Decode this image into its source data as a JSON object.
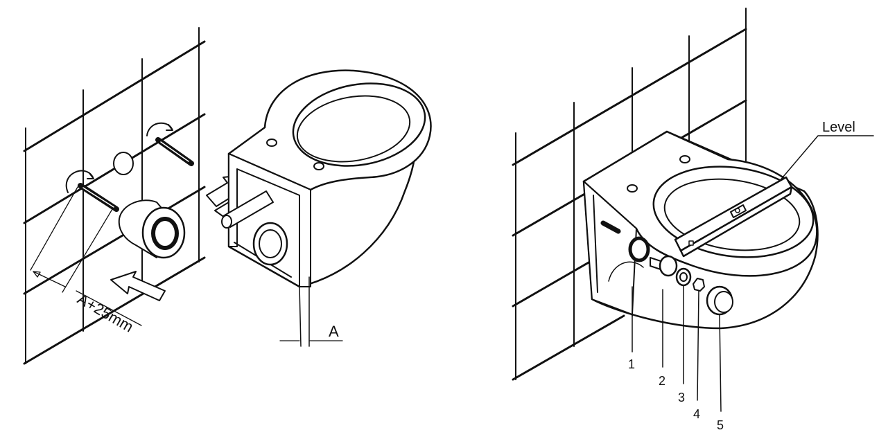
{
  "labels": {
    "left": {
      "wall_dimension": "A+25mm",
      "bowl_dimension": "A"
    },
    "right": {
      "level": "Level",
      "parts": [
        "1",
        "2",
        "3",
        "4",
        "5"
      ]
    }
  }
}
